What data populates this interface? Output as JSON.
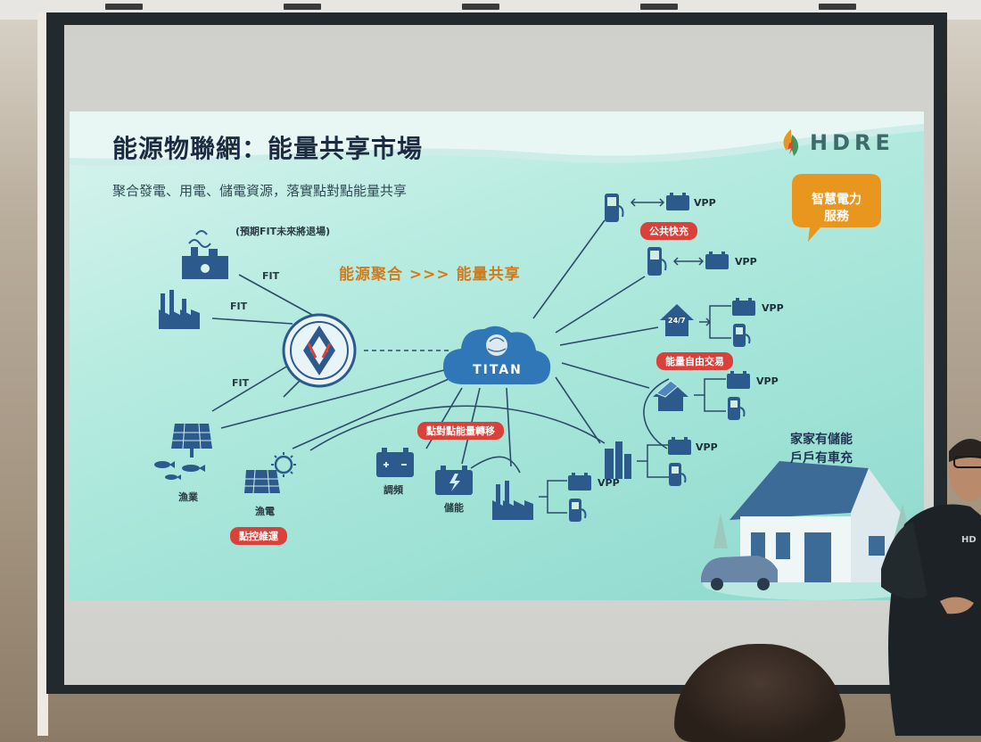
{
  "slide": {
    "title": "能源物聯網：能量共享市場",
    "subtitle": "聚合發電、用電、儲電資源，落實點對點能量共享",
    "logo_text": "HDRE",
    "bubble_line1": "智慧電力",
    "bubble_line2": "服務",
    "fit_note": "(預期FIT未來將退場)",
    "fit_labels": [
      "FIT",
      "FIT",
      "FIT"
    ],
    "tagline": "能源聚合 >>> 能量共享",
    "cloud_label": "TITAN",
    "vpp_label": "VPP",
    "pills": {
      "public_charge": "公共快充",
      "free_trade": "能量自由交易",
      "p2p_transfer": "點對點能量轉移",
      "smart_ops": "點控維運"
    },
    "items": {
      "fishery": "漁業",
      "wind_solar": "漁電",
      "frequency": "調頻",
      "energy": "儲能"
    },
    "corner_line1": "家家有儲能",
    "corner_line2": "戶戶有車充",
    "label_247": "24/7"
  },
  "colors": {
    "slide_bg": "#a8e6da",
    "title": "#1c2b40",
    "accent_orange": "#e8961e",
    "pill_red": "#d9423a",
    "icon_blue": "#2c5a8c"
  }
}
